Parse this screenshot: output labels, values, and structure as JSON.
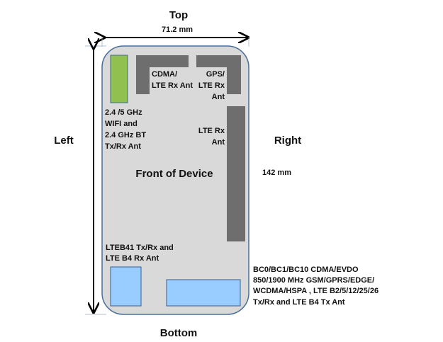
{
  "labels": {
    "top": "Top",
    "bottom": "Bottom",
    "left": "Left",
    "right": "Right",
    "width": "71.2 mm",
    "height": "142 mm",
    "front": "Front of Device"
  },
  "antennas": {
    "wifi": [
      "2.4 /5 GHz",
      "WIFI  and",
      "2.4 GHz BT",
      "Tx/Rx Ant"
    ],
    "cdma": [
      "CDMA/",
      "LTE Rx Ant"
    ],
    "gps": [
      "GPS/",
      "LTE Rx",
      "Ant"
    ],
    "lte_rx": [
      "LTE Rx",
      "Ant"
    ],
    "lteb41": [
      "LTEB41 Tx/Rx and",
      "LTE B4 Rx Ant"
    ],
    "main": [
      "BC0/BC1/BC10 CDMA/EVDO",
      "850/1900 MHz GSM/GPRS/EDGE/",
      "WCDMA/HSPA , LTE B2/5/12/25/26",
      "Tx/Rx  and LTE B4 Tx Ant"
    ]
  },
  "colors": {
    "device_fill": "#d9d9d9",
    "device_stroke": "#4a6e9a",
    "wifi_antenna": "#92c050",
    "gray_antenna": "#6e6e6e",
    "blue_antenna": "#99ccff"
  }
}
